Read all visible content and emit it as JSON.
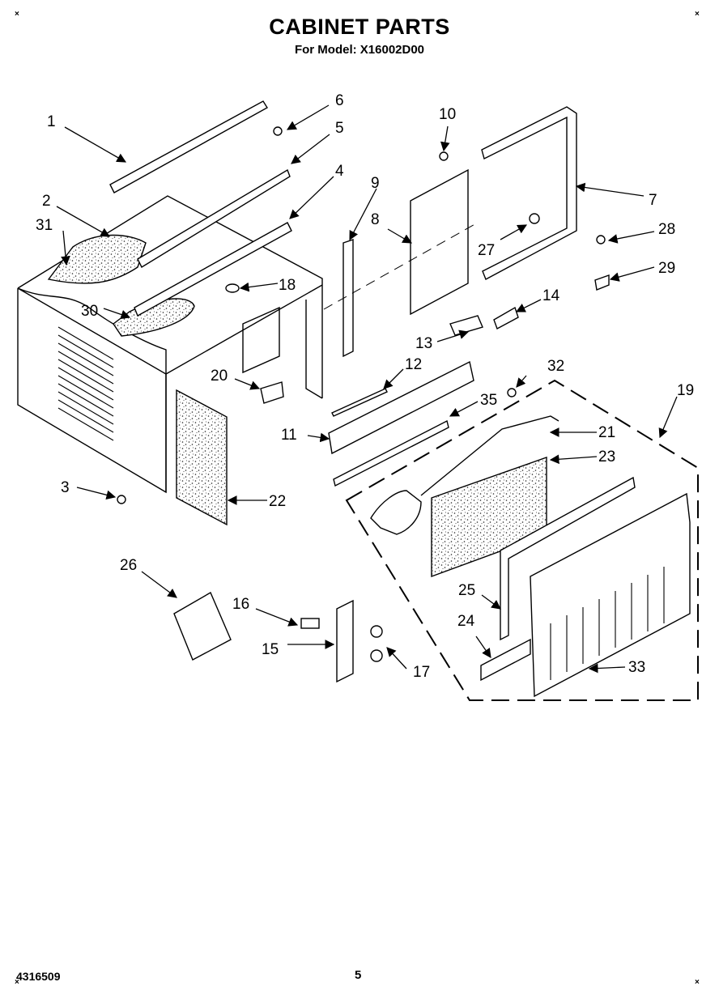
{
  "header": {
    "title": "CABINET PARTS",
    "subtitle": "For Model: X16002D00"
  },
  "corner_marks": [
    "×",
    "×",
    "×",
    "×"
  ],
  "footer": {
    "doc_number": "4316509",
    "page_number": "5"
  },
  "callouts": [
    {
      "id": "c1",
      "label": "1"
    },
    {
      "id": "c2",
      "label": "2"
    },
    {
      "id": "c3",
      "label": "3"
    },
    {
      "id": "c4",
      "label": "4"
    },
    {
      "id": "c5",
      "label": "5"
    },
    {
      "id": "c6",
      "label": "6"
    },
    {
      "id": "c7",
      "label": "7"
    },
    {
      "id": "c8",
      "label": "8"
    },
    {
      "id": "c9",
      "label": "9"
    },
    {
      "id": "c10",
      "label": "10"
    },
    {
      "id": "c11",
      "label": "11"
    },
    {
      "id": "c12",
      "label": "12"
    },
    {
      "id": "c13",
      "label": "13"
    },
    {
      "id": "c14",
      "label": "14"
    },
    {
      "id": "c15",
      "label": "15"
    },
    {
      "id": "c16",
      "label": "16"
    },
    {
      "id": "c17",
      "label": "17"
    },
    {
      "id": "c18",
      "label": "18"
    },
    {
      "id": "c19",
      "label": "19"
    },
    {
      "id": "c20",
      "label": "20"
    },
    {
      "id": "c21",
      "label": "21"
    },
    {
      "id": "c22",
      "label": "22"
    },
    {
      "id": "c23",
      "label": "23"
    },
    {
      "id": "c24",
      "label": "24"
    },
    {
      "id": "c25",
      "label": "25"
    },
    {
      "id": "c26",
      "label": "26"
    },
    {
      "id": "c27",
      "label": "27"
    },
    {
      "id": "c28",
      "label": "28"
    },
    {
      "id": "c29",
      "label": "29"
    },
    {
      "id": "c30",
      "label": "30"
    },
    {
      "id": "c31",
      "label": "31"
    },
    {
      "id": "c32",
      "label": "32"
    },
    {
      "id": "c33",
      "label": "33"
    },
    {
      "id": "c35",
      "label": "35"
    }
  ]
}
